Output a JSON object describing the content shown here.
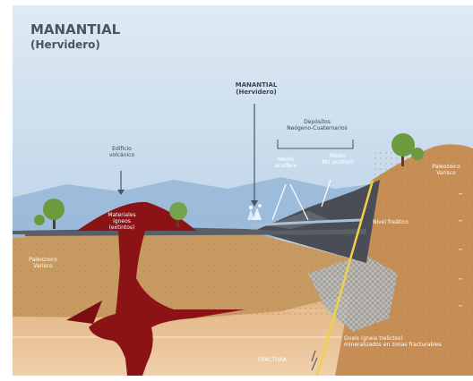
{
  "title": "MANANTIAL",
  "subtitle": "(Hervidero)",
  "labels": {
    "spring": "MANANTIAL\n(Hervidero)",
    "volcanic_building": "Edificio\nvolcánico",
    "igneous_materials": "Materiales\nígneos\n(extintos)",
    "deposits": "Depósitos\nNeógeno-Cuaternarios",
    "aquifer_medium": "Medio\nacuífero",
    "non_aquifer_medium": "Medio\nNO acuífero",
    "paleozoic_right": "Paleozoico\nVarisco",
    "paleozoic_left": "Paleozoico\nVarisco",
    "water_table": "Nivel freático",
    "fractured_gneiss": "Gneis (gneis trelictos)\nmineralizados en zonas fracturables",
    "fracture": "FRACTURA"
  },
  "colors": {
    "sky_top": "#dbe9f4",
    "sky_bottom": "#a9c8e2",
    "mountains": "#8fb1d3",
    "hill": "#c98e55",
    "dark_layer": "#4a4d55",
    "sediment": "#c8995e",
    "deep_layer": "#e8c39a",
    "magma": "#8b1315",
    "fault": "#f2d04a"
  }
}
